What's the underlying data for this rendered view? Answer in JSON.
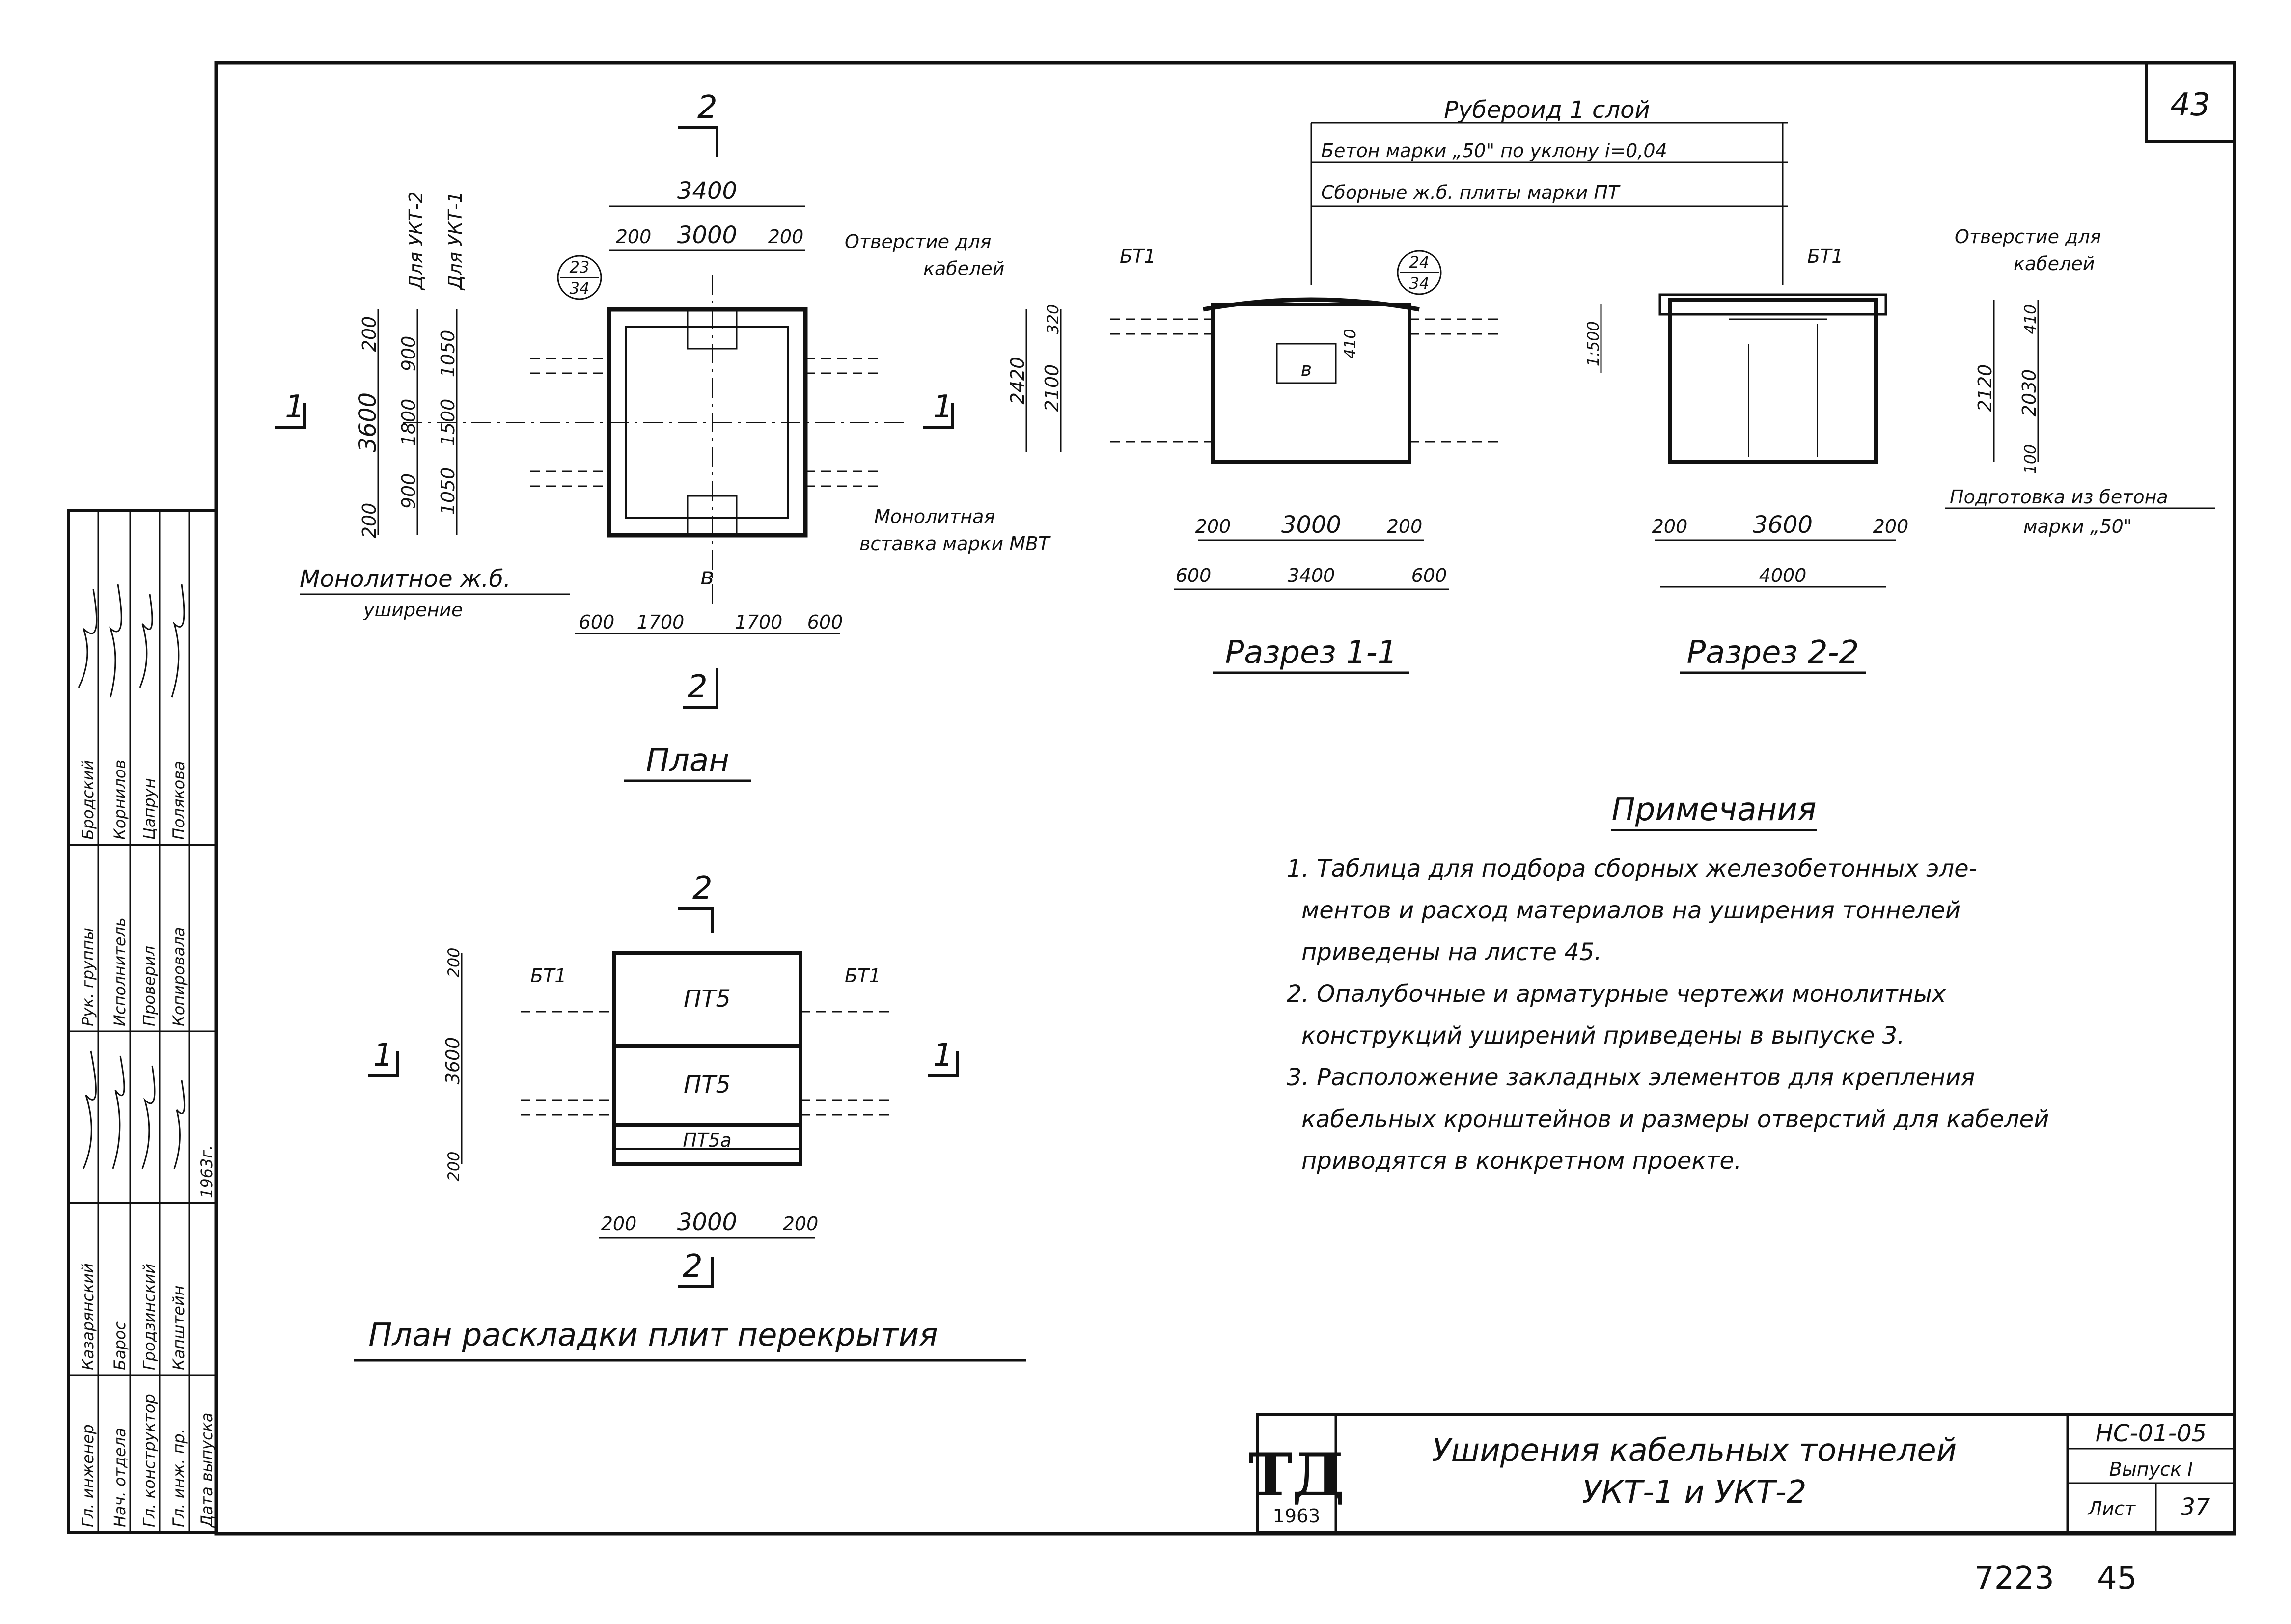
{
  "sheet": {
    "corner_number": "43",
    "bottom_numbers": [
      "7223",
      "45"
    ]
  },
  "plan": {
    "title": "План",
    "section_marks": [
      "2",
      "2",
      "1",
      "1"
    ],
    "top_overall": "3400",
    "top_dims": [
      "200",
      "3000",
      "200"
    ],
    "left_labels": [
      "Для УКТ-2",
      "Для УКТ-1"
    ],
    "left_dims_a": [
      "200",
      "3600",
      "200"
    ],
    "left_dims_b": [
      "900",
      "1800",
      "900"
    ],
    "left_dims_c": [
      "1050",
      "1500",
      "1050"
    ],
    "bottom_dims": [
      "600",
      "1700",
      "1700",
      "600"
    ],
    "callout": [
      "23",
      "34"
    ],
    "hole_letter": "в",
    "note_opening": [
      "Отверстие для",
      "кабелей"
    ],
    "note_insert": [
      "Монолитная",
      "вставка марки МВТ"
    ],
    "note_widening": [
      "Монолитное ж.б.",
      "уширение"
    ]
  },
  "section11": {
    "title": "Разрез 1-1",
    "label_bt": "БТ1",
    "callout": [
      "24",
      "34"
    ],
    "hole_letter": "в",
    "left_dims": [
      "2420",
      "320",
      "2100"
    ],
    "hole_dim": "410",
    "bottom_dims_inner": [
      "200",
      "3000",
      "200"
    ],
    "bottom_dims_outer": [
      "600",
      "3400",
      "600"
    ]
  },
  "layers": [
    "Рубероид 1 слой",
    "Бетон марки „50\" по уклону i=0,04",
    "Сборные ж.б. плиты марки ПТ"
  ],
  "section22": {
    "title": "Разрез 2-2",
    "label_bt": "БТ1",
    "left_dims": [
      "1:500",
      "2120",
      "410",
      "2030",
      "100"
    ],
    "bottom_dims_inner": [
      "200",
      "3600",
      "200"
    ],
    "bottom_dim_outer": "4000",
    "note_opening": [
      "Отверстие для",
      "кабелей"
    ],
    "note_prep": [
      "Подготовка из бетона",
      "марки „50\""
    ]
  },
  "slab_plan": {
    "title": "План раскладки плит перекрытия",
    "marks": [
      "2",
      "2",
      "1",
      "1"
    ],
    "labels_bt": [
      "БТ1",
      "БТ1"
    ],
    "slabs": [
      "ПТ5",
      "ПТ5",
      "ПТ5а"
    ],
    "left_dims": [
      "200",
      "3600",
      "200"
    ],
    "bottom_dims": [
      "200",
      "3000",
      "200"
    ]
  },
  "notes": {
    "heading": "Примечания",
    "lines": [
      "1. Таблица для подбора сборных железобетонных эле-",
      "ментов и расход материалов на уширения тоннелей",
      "приведены на листе 45.",
      "2. Опалубочные и арматурные чертежи монолитных",
      "конструкций уширений приведены в выпуске 3.",
      "3. Расположение закладных элементов для крепления",
      "кабельных кронштейнов и размеры отверстий для кабелей",
      "приводятся в конкретном проекте."
    ]
  },
  "title_block": {
    "logo": "ТД",
    "year": "1963",
    "title_line1": "Уширения кабельных тоннелей",
    "title_line2": "УКТ-1 и УКТ-2",
    "code": "НС-01-05",
    "issue": "Выпуск I",
    "sheet_label": "Лист",
    "sheet_no": "37"
  },
  "stamp": {
    "rows_upper": [
      {
        "role": "Рук. группы",
        "name": "Бродский"
      },
      {
        "role": "Исполнитель",
        "name": "Корнилов"
      },
      {
        "role": "Проверил",
        "name": "Цапрун"
      },
      {
        "role": "Копировала",
        "name": "Полякова"
      }
    ],
    "rows_lower": [
      {
        "role": "Гл. инженер",
        "name": "Казарянский"
      },
      {
        "role": "Нач. отдела",
        "name": "Барос"
      },
      {
        "role": "Гл. конструктор",
        "name": "Гродзинский"
      },
      {
        "role": "Гл. инж. пр.",
        "name": "Капштейн"
      },
      {
        "role": "Дата выпуска",
        "name": "1963г."
      }
    ]
  }
}
